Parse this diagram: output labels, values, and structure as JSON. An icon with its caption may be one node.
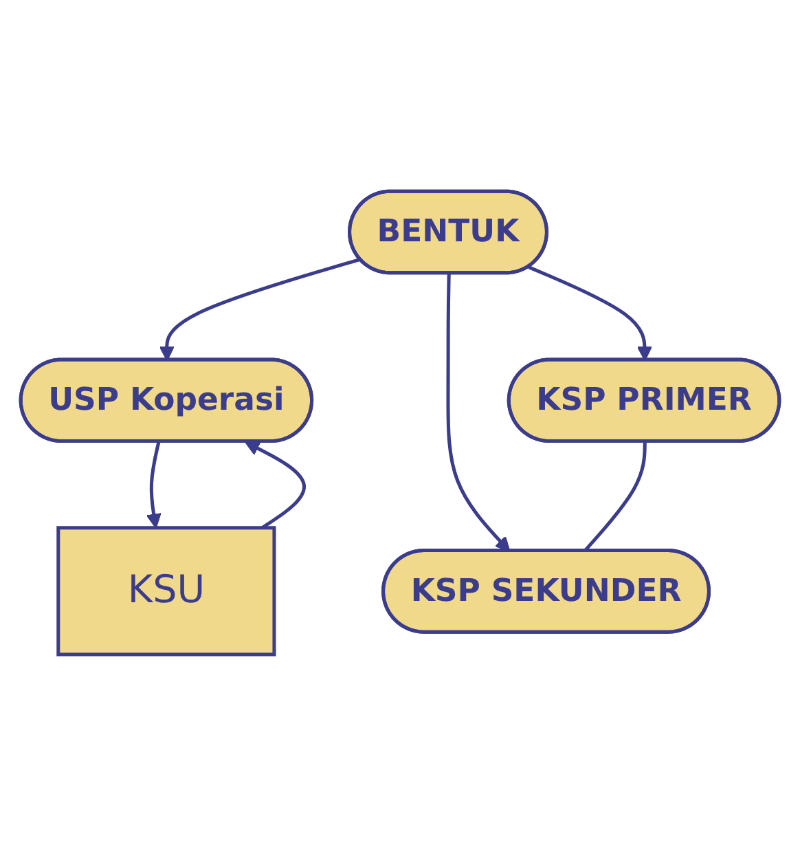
{
  "diagram": {
    "nodes": [
      {
        "text": [
          "BENTUK"
        ]
      },
      {
        "text": [
          "KSU"
        ]
      },
      {
        "text": [
          "USP Koperasi"
        ]
      },
      {
        "text": [
          "KSP PRIMER"
        ]
      },
      {
        "text": [
          "KSP SEKUNDER"
        ]
      }
    ],
    "edges": [
      {
        "from": 0,
        "to": 2,
        "arrow": "to"
      },
      {
        "from": 0,
        "to": 3,
        "arrow": "to"
      },
      {
        "from": 0,
        "to": 4,
        "arrow": "to"
      },
      {
        "from": 1,
        "to": 2,
        "arrow": "to"
      },
      {
        "from": 2,
        "to": 1,
        "arrow": "to"
      },
      {
        "from": 3,
        "to": 4,
        "arrow": "none"
      }
    ]
  }
}
